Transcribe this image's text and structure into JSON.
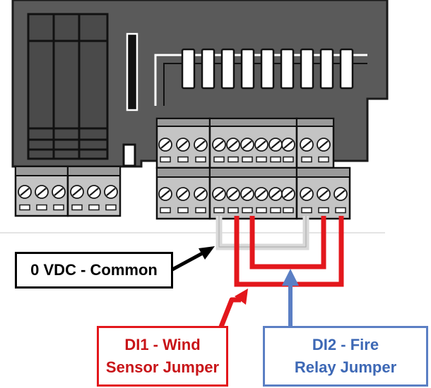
{
  "labels": {
    "common": "0 VDC - Common",
    "wind_line1": "DI1 - Wind",
    "wind_line2": "Sensor Jumper",
    "fire_line1": "DI2 - Fire",
    "fire_line2": "Relay Jumper"
  },
  "colors": {
    "housing": "#5a5a5a",
    "outline": "#1a1a1a",
    "terminal_block": "#c4c4c4",
    "wind_jumper": "#e3171c",
    "fire_jumper": "#5b7fc4",
    "common_jumper": "#d9d9d9",
    "common_arrow": "#000000"
  },
  "icons": [
    "screw-terminal-icon",
    "arrow-icon"
  ]
}
